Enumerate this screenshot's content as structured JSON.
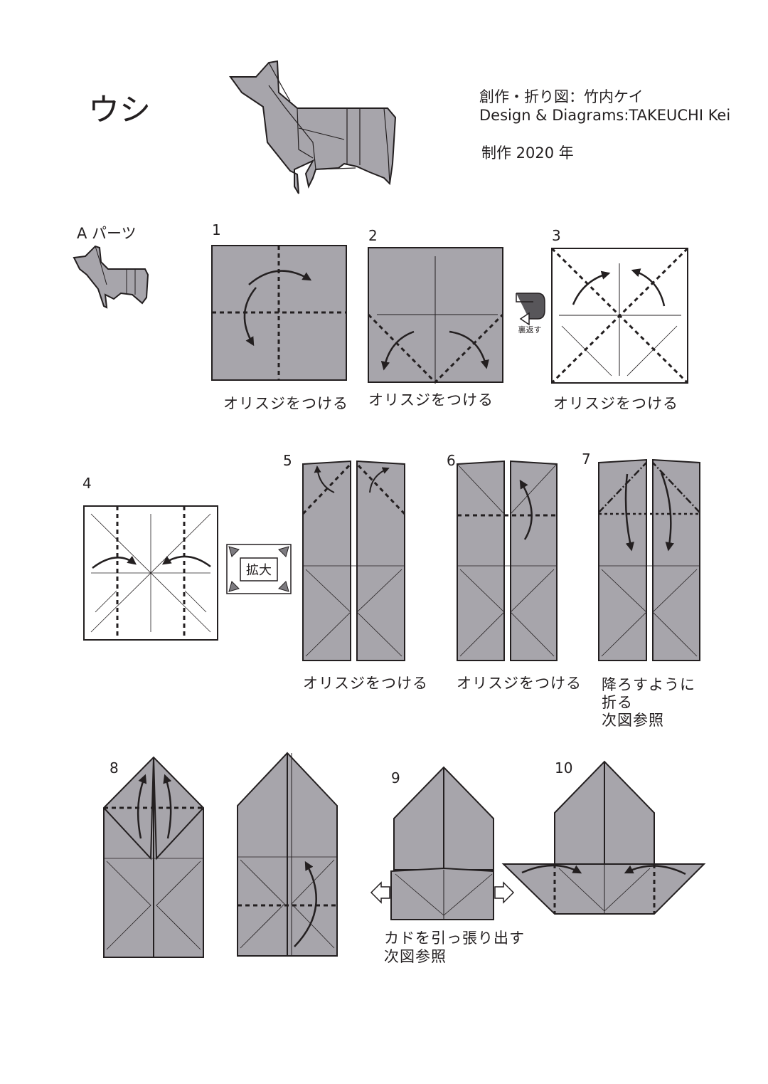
{
  "title": "ウシ",
  "credits": {
    "line1": "創作・折り図：竹内ケイ",
    "line2": "Design & Diagrams:TAKEUCHI Kei",
    "line3": "制作 2020 年"
  },
  "part_label": "A パーツ",
  "icons": {
    "turn_over": "裏返す",
    "enlarge": "拡大"
  },
  "steps": [
    {
      "num": "1",
      "caption": "オリスジをつける"
    },
    {
      "num": "2",
      "caption": "オリスジをつける"
    },
    {
      "num": "3",
      "caption": "オリスジをつける"
    },
    {
      "num": "4",
      "caption": ""
    },
    {
      "num": "5",
      "caption": "オリスジをつける"
    },
    {
      "num": "6",
      "caption": "オリスジをつける"
    },
    {
      "num": "7",
      "caption_lines": [
        "降ろすように",
        "折る",
        "次図参照"
      ]
    },
    {
      "num": "8",
      "caption": ""
    },
    {
      "num": "9",
      "caption_lines": [
        "カドを引っ張り出す",
        "次図参照"
      ]
    },
    {
      "num": "10",
      "caption": ""
    }
  ],
  "colors": {
    "paper_gray": "#a7a5ab",
    "line": "#231f20",
    "white": "#ffffff"
  }
}
